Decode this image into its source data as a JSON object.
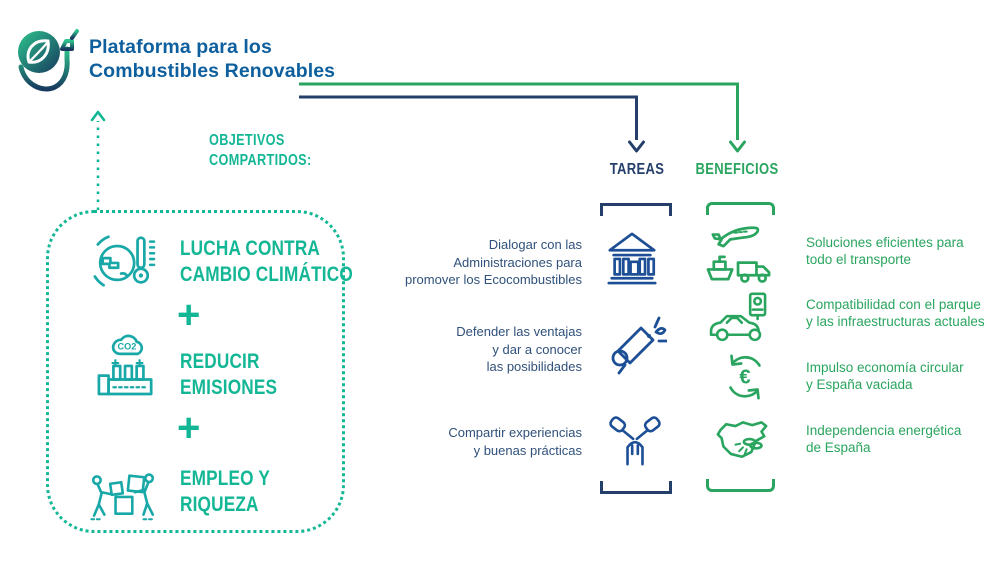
{
  "brand": {
    "title": "Plataforma para los\nCombustibles Renovables",
    "logo_icon": "leaf-fuel-nozzle-icon"
  },
  "colors": {
    "title_blue": "#0d5f9e",
    "teal": "#14b795",
    "icon_teal": "#19a8a8",
    "navy": "#253f6b",
    "task_icon_blue": "#1d4f96",
    "task_text_blue": "#30517b",
    "green": "#2aa55f",
    "background": "#ffffff"
  },
  "objectives": {
    "heading": "OBJETIVOS\nCOMPARTIDOS:",
    "plus": "+",
    "items": [
      {
        "icon": "globe-thermometer-icon",
        "label": "LUCHA CONTRA\nCAMBIO CLIMÁTICO"
      },
      {
        "icon": "factory-co2-icon",
        "label": "REDUCIR\nEMISIONES"
      },
      {
        "icon": "workers-building-icon",
        "label": "EMPLEO Y\nRIQUEZA"
      }
    ]
  },
  "tasks": {
    "heading": "TAREAS",
    "items": [
      {
        "icon": "government-building-icon",
        "text": "Dialogar con las\nAdministraciones para\npromover los Ecocombustibles"
      },
      {
        "icon": "megaphone-icon",
        "text": "Defender las ventajas\ny dar a conocer\nlas posibilidades"
      },
      {
        "icon": "hands-together-icon",
        "text": "Compartir experiencias\ny buenas prácticas"
      }
    ]
  },
  "benefits": {
    "heading": "BENEFICIOS",
    "items": [
      {
        "icon": "transport-modes-icon",
        "text": "Soluciones eficientes para\ntodo el transporte"
      },
      {
        "icon": "car-fuel-station-icon",
        "text": "Compatibilidad con el parque\ny las infraestructuras actuales"
      },
      {
        "icon": "circular-economy-euro-icon",
        "text": "Impulso economía circular\ny España vaciada"
      },
      {
        "icon": "spain-map-coins-icon",
        "text": "Independencia energética\nde España"
      }
    ]
  }
}
